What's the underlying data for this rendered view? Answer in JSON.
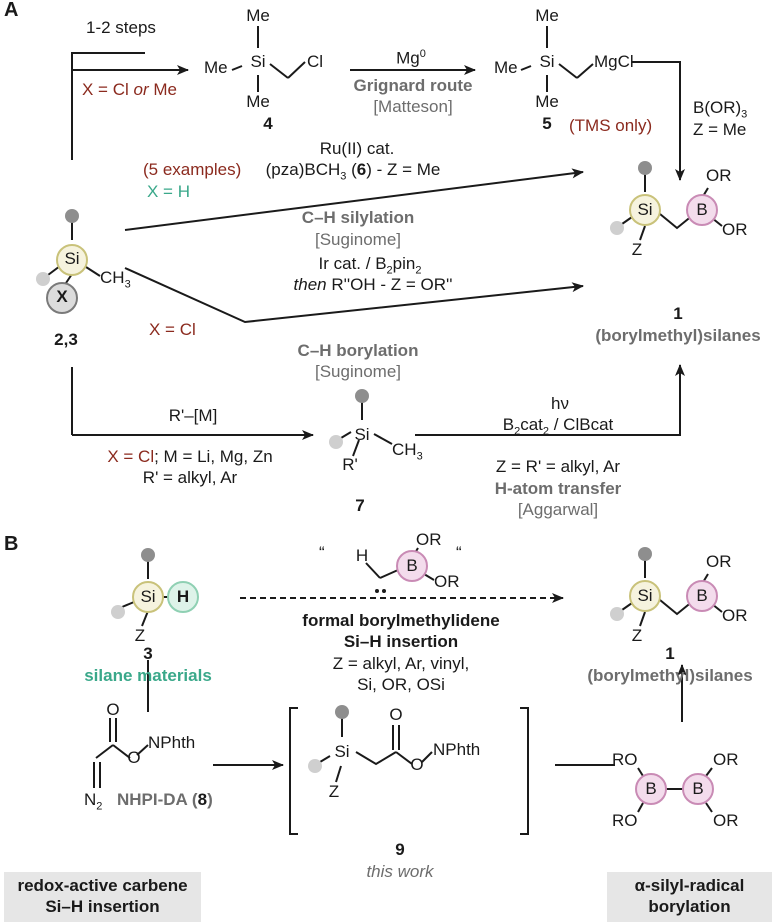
{
  "panels": {
    "a": "A",
    "b": "B"
  },
  "top": {
    "steps": "1-2 steps",
    "x_cond_a": "X = Cl",
    "x_cond_or": "or",
    "x_cond_b": "Me",
    "cmpd4": "4",
    "cmpd5": "5",
    "mg": "Mg",
    "mg_sup": "0",
    "grignard": "Grignard route",
    "matteson": "[Matteson]",
    "boron_reagent": "B(OR)",
    "boron_sub": "3",
    "z_me": "Z = Me",
    "tms_only": "(TMS only)"
  },
  "silylation": {
    "ru": "Ru(II) cat.",
    "pza_a": "(pza)BCH",
    "pza_sub": "3",
    "pza_b": " (",
    "pza_num": "6",
    "pza_c": ") - Z = Me",
    "examples": "(5 examples)",
    "x_h": "X = H",
    "title": "C–H silylation",
    "ref": "[Suginome]"
  },
  "borylation": {
    "ir_a": "Ir cat. / B",
    "ir_sub": "2",
    "ir_b": "pin",
    "ir_sub2": "2",
    "then": "then",
    "then_rest": " R''OH - Z = OR''",
    "x_cl": "X = Cl",
    "title": "C–H borylation",
    "ref": "[Suginome]"
  },
  "start": {
    "label": "2,3",
    "x": "X",
    "ch3": "CH",
    "ch3_sub": "3"
  },
  "product": {
    "label": "1",
    "name": "(borylmethyl)silanes"
  },
  "bottom_route": {
    "rm": "R'–[M]",
    "cond_x": "X = Cl",
    "cond_m": "; M = Li, Mg, Zn",
    "cond_r": "R' = alkyl, Ar",
    "cmpd7": "7",
    "hv": "hν",
    "reagents_a": "B",
    "reagents_sub1": "2",
    "reagents_b": "cat",
    "reagents_sub2": "2",
    "reagents_c": " / ClBcat",
    "z_cond": "Z = R' = alkyl, Ar",
    "hat": "H-atom transfer",
    "ref": "[Aggarwal]",
    "r_prime": "R'"
  },
  "panel_b": {
    "quote_open": "“",
    "quote_close": "“",
    "silane_label": "3",
    "silane_name": "silane materials",
    "formal_1": "formal borylmethylidene",
    "formal_2": "Si–H insertion",
    "scope_1": "Z = alkyl, Ar, vinyl,",
    "scope_2": "Si, OR, OSi",
    "product_label": "1",
    "product_name": "(borylmethyl)silanes",
    "nhpi_name": "NHPI-DA (",
    "nhpi_num": "8",
    "nhpi_close": ")",
    "n2": "N",
    "n2_sub": "2",
    "nphth": "NPhth",
    "int_label": "9",
    "this_work": "this work",
    "box_left_1": "redox-active carbene",
    "box_left_2": "Si–H insertion",
    "box_right_1": "α-silyl-radical",
    "box_right_2": "borylation"
  },
  "atoms": {
    "si": "Si",
    "b": "B",
    "me": "Me",
    "cl": "Cl",
    "mgcl": "MgCl",
    "or": "OR",
    "ro": "RO",
    "h": "H",
    "z": "Z",
    "o": "O"
  },
  "colors": {
    "si_ring": "#c9c27a",
    "si_fill": "#f6f3de",
    "b_ring": "#c98bb5",
    "b_fill": "#f3dcec",
    "h_ring": "#8fd0b3",
    "h_fill": "#def3e9",
    "x_ring": "#7a7a7a",
    "x_fill": "#dcdcdc",
    "dot_dark": "#8e8e8e",
    "dot_light": "#cfcfcf",
    "red": "#8b2a1e",
    "teal": "#3aa88a",
    "gray": "#6d6d6d"
  }
}
